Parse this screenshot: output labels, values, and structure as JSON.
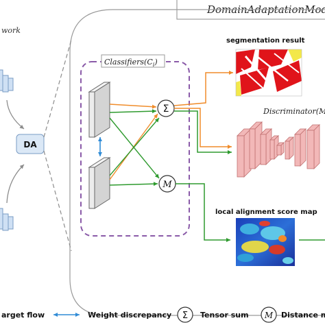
{
  "module_title": "DomainAdaptationMod",
  "network_label": "work",
  "da_label": "DA",
  "classifiers_label": "Classifiers(C",
  "classifiers_sub": "i",
  "classifiers_close": ")",
  "sum_symbol": "Σ",
  "distance_symbol": "M",
  "segmentation_label": "segmentation result",
  "discriminator_label": "Discriminator(M",
  "score_map_label": "local alignment score map",
  "legend": {
    "target_flow": "arget flow",
    "weight_discrepancy": "Weight discrepancy",
    "tensor_sum": "Tensor sum",
    "distance": "Distance m"
  },
  "colors": {
    "orange": "#f08c2a",
    "green": "#2e9a2e",
    "blue": "#2f8bd6",
    "purple": "#8a5aa8",
    "discriminator": "#f2b8b8",
    "block_gray": "#e6e6e6",
    "da_box": "#dbe8f6"
  }
}
